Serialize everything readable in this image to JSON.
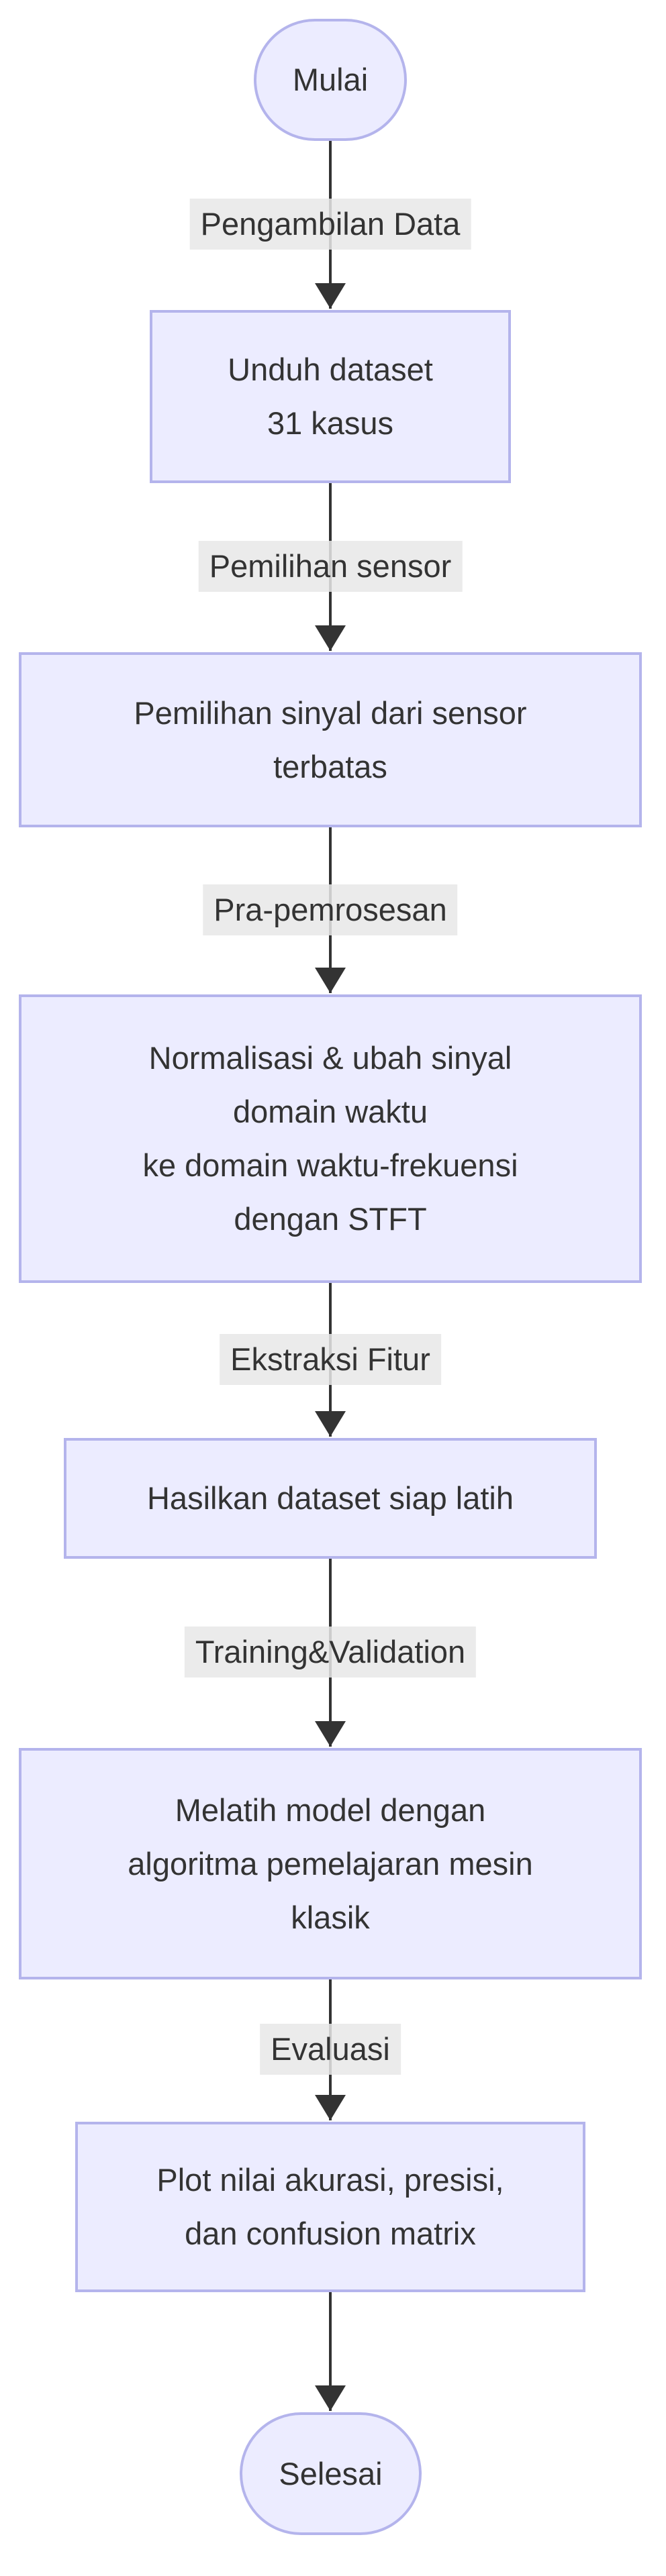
{
  "diagram": {
    "type": "flowchart",
    "direction": "top-down",
    "colors": {
      "node_fill": "#ECECFF",
      "node_border": "#B4B4EC",
      "edge": "#333333",
      "edge_label_bg": "#E8E8E8",
      "text": "#333333",
      "background": "#FFFFFF"
    },
    "nodes": [
      {
        "id": "start",
        "shape": "stadium",
        "label": "Mulai"
      },
      {
        "id": "unduh",
        "shape": "process",
        "label": "Unduh dataset 31 kasus",
        "lines": [
          "Unduh dataset",
          "31 kasus"
        ]
      },
      {
        "id": "pemilihan",
        "shape": "process",
        "label": "Pemilihan sinyal dari sensor terbatas",
        "lines": [
          "Pemilihan sinyal dari sensor",
          "terbatas"
        ]
      },
      {
        "id": "normalisasi",
        "shape": "process",
        "label": "Normalisasi & ubah sinyal domain waktu ke domain waktu-frekuensi dengan STFT",
        "lines": [
          "Normalisasi & ubah sinyal",
          "domain waktu",
          "ke domain waktu-frekuensi",
          "dengan STFT"
        ]
      },
      {
        "id": "hasilkan",
        "shape": "process",
        "label": "Hasilkan dataset siap latih",
        "lines": [
          "Hasilkan dataset siap latih"
        ]
      },
      {
        "id": "melatih",
        "shape": "process",
        "label": "Melatih model dengan algoritma pemelajaran mesin klasik",
        "lines": [
          "Melatih model dengan",
          "algoritma pemelajaran mesin",
          "klasik"
        ]
      },
      {
        "id": "plot",
        "shape": "process",
        "label": "Plot nilai akurasi, presisi, dan confusion matrix",
        "lines": [
          "Plot nilai akurasi, presisi,",
          "dan confusion matrix"
        ]
      },
      {
        "id": "end",
        "shape": "stadium",
        "label": "Selesai"
      }
    ],
    "edges": [
      {
        "from": "start",
        "to": "unduh",
        "label": "Pengambilan Data"
      },
      {
        "from": "unduh",
        "to": "pemilihan",
        "label": "Pemilihan sensor"
      },
      {
        "from": "pemilihan",
        "to": "normalisasi",
        "label": "Pra-pemrosesan"
      },
      {
        "from": "normalisasi",
        "to": "hasilkan",
        "label": "Ekstraksi Fitur"
      },
      {
        "from": "hasilkan",
        "to": "melatih",
        "label": "Training&Validation"
      },
      {
        "from": "melatih",
        "to": "plot",
        "label": "Evaluasi"
      },
      {
        "from": "plot",
        "to": "end",
        "label": ""
      }
    ]
  }
}
